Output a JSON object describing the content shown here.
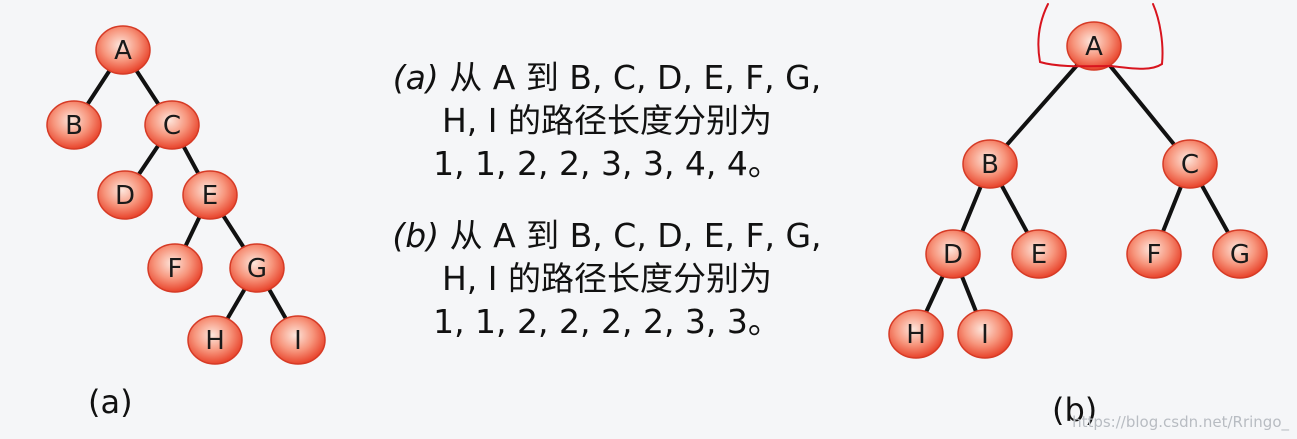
{
  "tree_a": {
    "caption": "(a)",
    "nodes": [
      "A",
      "B",
      "C",
      "D",
      "E",
      "F",
      "G",
      "H",
      "I"
    ],
    "edges": [
      [
        "A",
        "B"
      ],
      [
        "A",
        "C"
      ],
      [
        "C",
        "D"
      ],
      [
        "C",
        "E"
      ],
      [
        "E",
        "F"
      ],
      [
        "E",
        "G"
      ],
      [
        "G",
        "H"
      ],
      [
        "G",
        "I"
      ]
    ]
  },
  "tree_b": {
    "caption": "(b)",
    "nodes": [
      "A",
      "B",
      "C",
      "D",
      "E",
      "F",
      "G",
      "H",
      "I"
    ],
    "edges": [
      [
        "A",
        "B"
      ],
      [
        "A",
        "C"
      ],
      [
        "B",
        "D"
      ],
      [
        "B",
        "E"
      ],
      [
        "C",
        "F"
      ],
      [
        "C",
        "G"
      ],
      [
        "D",
        "H"
      ],
      [
        "D",
        "I"
      ]
    ]
  },
  "description_a": {
    "tag": "(a)",
    "line1": "从 A 到 B, C, D, E, F, G,",
    "line2": "H, I 的路径长度分别为",
    "line3": "1, 1, 2, 2, 3, 3, 4, 4。"
  },
  "description_b": {
    "tag": "(b)",
    "line1": "从 A 到 B, C, D, E, F, G,",
    "line2": "H, I 的路径长度分别为",
    "line3": "1, 1, 2, 2, 2, 2, 3, 3。"
  },
  "watermark": "https://blog.csdn.net/Rringo_",
  "colors": {
    "node_fill_light": "#fde0d6",
    "node_fill_dark": "#f0553c",
    "edge": "#111111",
    "annotation": "#d8141e"
  }
}
